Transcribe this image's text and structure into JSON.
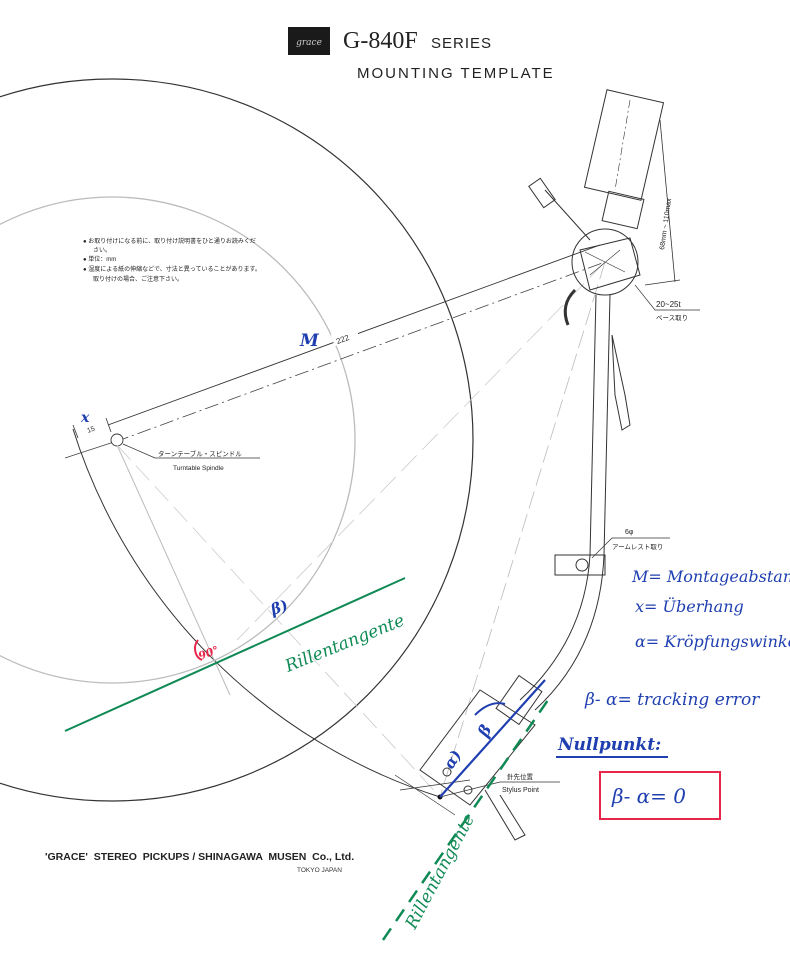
{
  "header": {
    "logo_text": "grace",
    "model": "G-840F",
    "series": "SERIES",
    "subtitle": "MOUNTING TEMPLATE"
  },
  "notes": [
    "● お取り付けになる前に、取り付け説明書をひと通りお読みくだ",
    "さい。",
    "● 単位：mm",
    "● 湿度による紙の伸縮などで、寸法と異っていることがあります。",
    "取り付けの場合、ご注意下さい。"
  ],
  "dimensions": {
    "mount_distance": "222",
    "overhang": "15",
    "counterweight_length": "68mm ~ 110max",
    "base_thickness": "20~25t",
    "base_label": "ベース取り",
    "armrest_hole": "6φ",
    "armrest_label": "アームレスト取り"
  },
  "labels": {
    "spindle_jp": "ターンテーブル・スピンドル",
    "spindle_en": "Turntable Spindle",
    "stylus_jp": "針先位置",
    "stylus_en": "Stylus Point"
  },
  "annotations": {
    "m": "M",
    "x": "x",
    "beta_mark": "β)",
    "right_angle": "90°",
    "groove_tangent_1": "Rillentangente",
    "groove_tangent_2": "Rillentangente",
    "alpha_mark": "α)",
    "beta_mark_2": "β",
    "legend": [
      "M= Montageabstand",
      "x= Überhang",
      "α= Kröpfungswinkel"
    ],
    "tracking_error": "β- α= tracking error",
    "null_point": "Nullpunkt:",
    "null_formula": "β- α= 0"
  },
  "footer": {
    "company": "'GRACE'  STEREO  PICKUPS / SHINAGAWA  MUSEN  Co., Ltd.",
    "location": "TOKYO JAPAN"
  },
  "colors": {
    "ink": "#222222",
    "blue_pen": "#1f3fb0",
    "green_pen": "#0f8a55",
    "red_pen": "#e8254a"
  }
}
